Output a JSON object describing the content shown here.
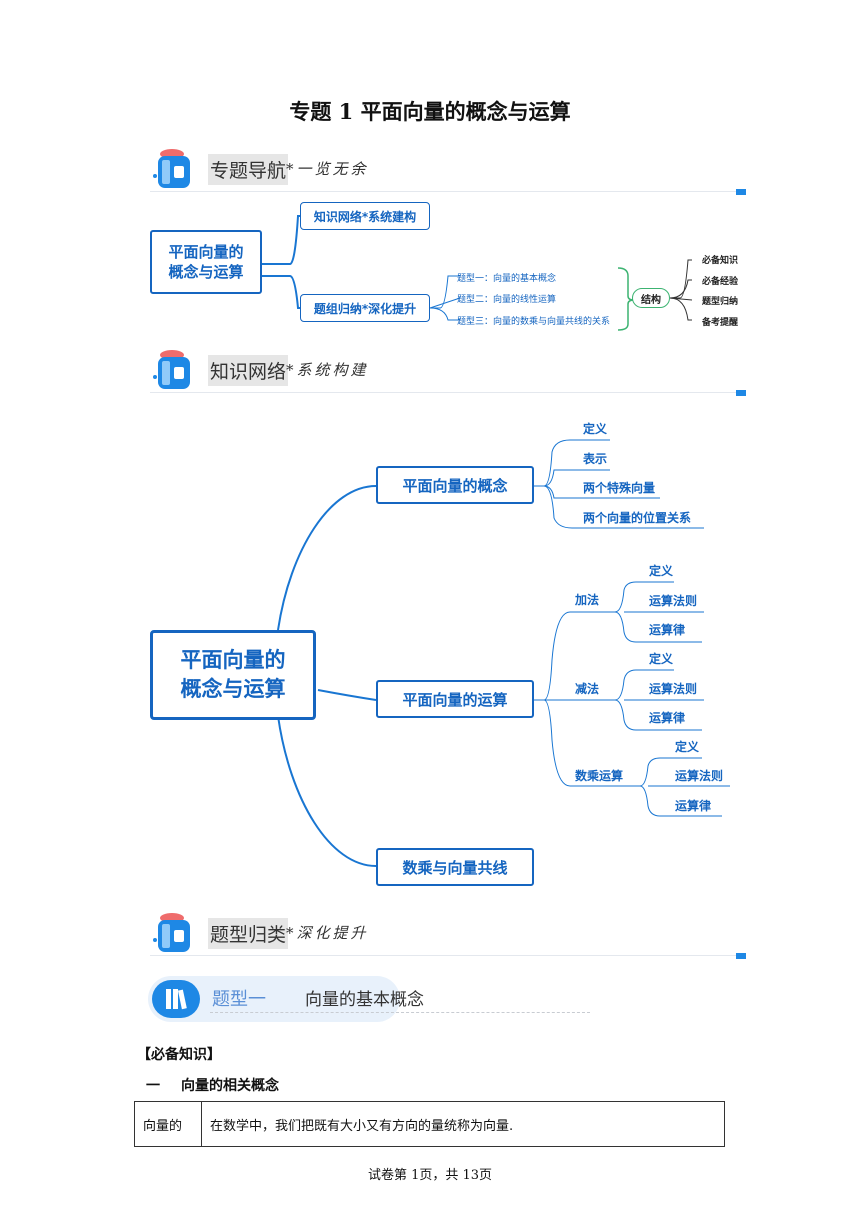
{
  "doc_title": "专题 1 平面向量的概念与运算",
  "section1": {
    "title": "专题导航",
    "subtitle": "*一览无余"
  },
  "nav_map": {
    "root": [
      "平面向量的",
      "概念与运算"
    ],
    "branch1": "知识网络*系统建构",
    "branch2": "题组归纳*深化提升",
    "types": [
      "题型一：向量的基本概念",
      "题型二：向量的线性运算",
      "题型三：向量的数乘与向量共线的关系"
    ],
    "structure": "结构",
    "leaves": [
      "必备知识",
      "必备经验",
      "题型归纳",
      "备考提醒"
    ]
  },
  "section2": {
    "title": "知识网络",
    "subtitle": "*系统构建"
  },
  "mindmap": {
    "root": [
      "平面向量的",
      "概念与运算"
    ],
    "concept": {
      "label": "平面向量的概念",
      "items": [
        "定义",
        "表示",
        "两个特殊向量",
        "两个向量的位置关系"
      ]
    },
    "operation": {
      "label": "平面向量的运算",
      "add": {
        "label": "加法",
        "items": [
          "定义",
          "运算法则",
          "运算律"
        ]
      },
      "sub": {
        "label": "减法",
        "items": [
          "定义",
          "运算法则",
          "运算律"
        ]
      },
      "scalar": {
        "label": "数乘运算",
        "items": [
          "定义",
          "运算法则",
          "运算律"
        ]
      }
    },
    "collinear": "数乘与向量共线"
  },
  "section3": {
    "title": "题型归类",
    "subtitle": "*深化提升"
  },
  "type1": {
    "num": "题型一",
    "title": "向量的基本概念"
  },
  "knowledge_head": "【必备知识】",
  "subsection": {
    "num": "一",
    "title": "向量的相关概念"
  },
  "table": {
    "cell1": "向量的",
    "cell2": "在数学中，我们把既有大小又有方向的量统称为向量."
  },
  "footer": "试卷第 1页，共 13页"
}
